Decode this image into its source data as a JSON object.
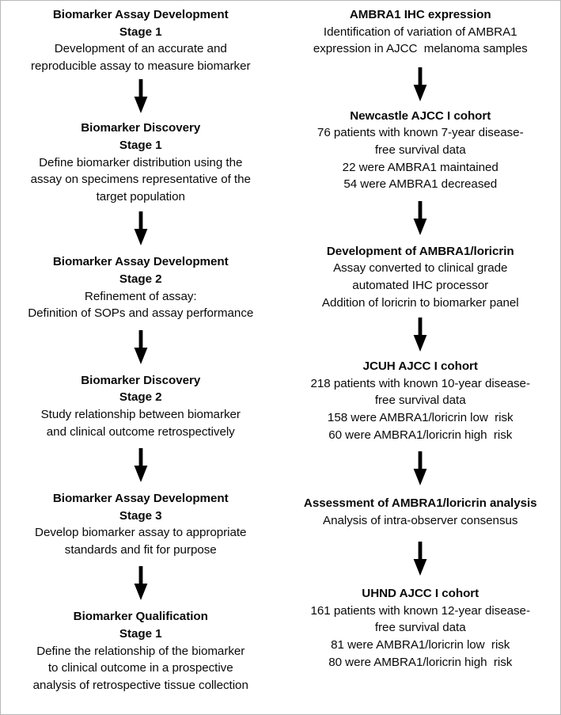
{
  "figure": {
    "type": "two-column-flowchart",
    "border_color": "#b8b8b8",
    "background": "#ffffff",
    "text_color": "#0a0a0a",
    "arrow_color": "#000000",
    "arrow_icon": "down-arrow-icon"
  },
  "left_column": {
    "name": "biomarker-development-pathway",
    "nodes": [
      {
        "title": "Biomarker Assay Development",
        "subtitle": "Stage 1",
        "lines": [
          "Development of an accurate and",
          "reproducible assay to measure biomarker"
        ]
      },
      {
        "title": "Biomarker Discovery",
        "subtitle": "Stage 1",
        "lines": [
          "Define biomarker distribution using the",
          "assay on specimens representative of the",
          "target population"
        ]
      },
      {
        "title": "Biomarker Assay Development",
        "subtitle": "Stage 2",
        "lines": [
          "Refinement of assay:",
          "Definition of SOPs and assay performance"
        ]
      },
      {
        "title": "Biomarker Discovery",
        "subtitle": "Stage 2",
        "lines": [
          "Study relationship between biomarker",
          "and clinical outcome retrospectively"
        ]
      },
      {
        "title": "Biomarker Assay Development",
        "subtitle": "Stage 3",
        "lines": [
          "Develop biomarker assay to appropriate",
          "standards and fit for purpose"
        ]
      },
      {
        "title": "Biomarker Qualification",
        "subtitle": "Stage 1",
        "lines": [
          "Define the relationship of the biomarker",
          "to clinical outcome in a prospective",
          "analysis of retrospective tissue collection"
        ]
      }
    ]
  },
  "right_column": {
    "name": "ambra1-loricrin-study-pathway",
    "nodes": [
      {
        "title": "AMBRA1 IHC expression",
        "subtitle": "",
        "lines": [
          "Identification of variation of AMBRA1",
          "expression in AJCC  melanoma samples"
        ]
      },
      {
        "title": "Newcastle AJCC I cohort",
        "subtitle": "",
        "lines": [
          "76 patients with known 7-year disease-",
          "free survival data",
          "22 were AMBRA1 maintained",
          "54 were AMBRA1 decreased"
        ]
      },
      {
        "title": "Development of AMBRA1/loricrin",
        "subtitle": "",
        "lines": [
          "Assay converted to clinical grade",
          "automated IHC processor",
          "Addition of loricrin to biomarker panel"
        ]
      },
      {
        "title": "JCUH AJCC I cohort",
        "subtitle": "",
        "lines": [
          "218 patients with known 10-year disease-",
          "free survival data",
          "158 were AMBRA1/loricrin low  risk",
          "60 were AMBRA1/loricrin high  risk"
        ]
      },
      {
        "title": "Assessment of AMBRA1/loricrin analysis",
        "subtitle": "",
        "lines": [
          "Analysis of intra-observer consensus"
        ]
      },
      {
        "title": "UHND AJCC I cohort",
        "subtitle": "",
        "lines": [
          "161 patients with known 12-year disease-",
          "free survival data",
          "81 were AMBRA1/loricrin low  risk",
          "80 were AMBRA1/loricrin high  risk"
        ]
      }
    ]
  }
}
